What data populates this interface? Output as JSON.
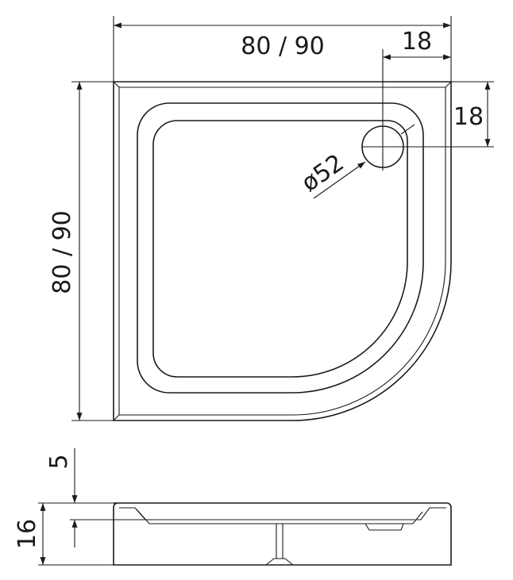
{
  "dimensions": {
    "top_width": "80 / 90",
    "left_height": "80 / 90",
    "drain_offset_x": "18",
    "drain_offset_y": "18",
    "drain_diameter": "ø52",
    "profile_total_height": "16",
    "profile_rim_height": "5"
  }
}
